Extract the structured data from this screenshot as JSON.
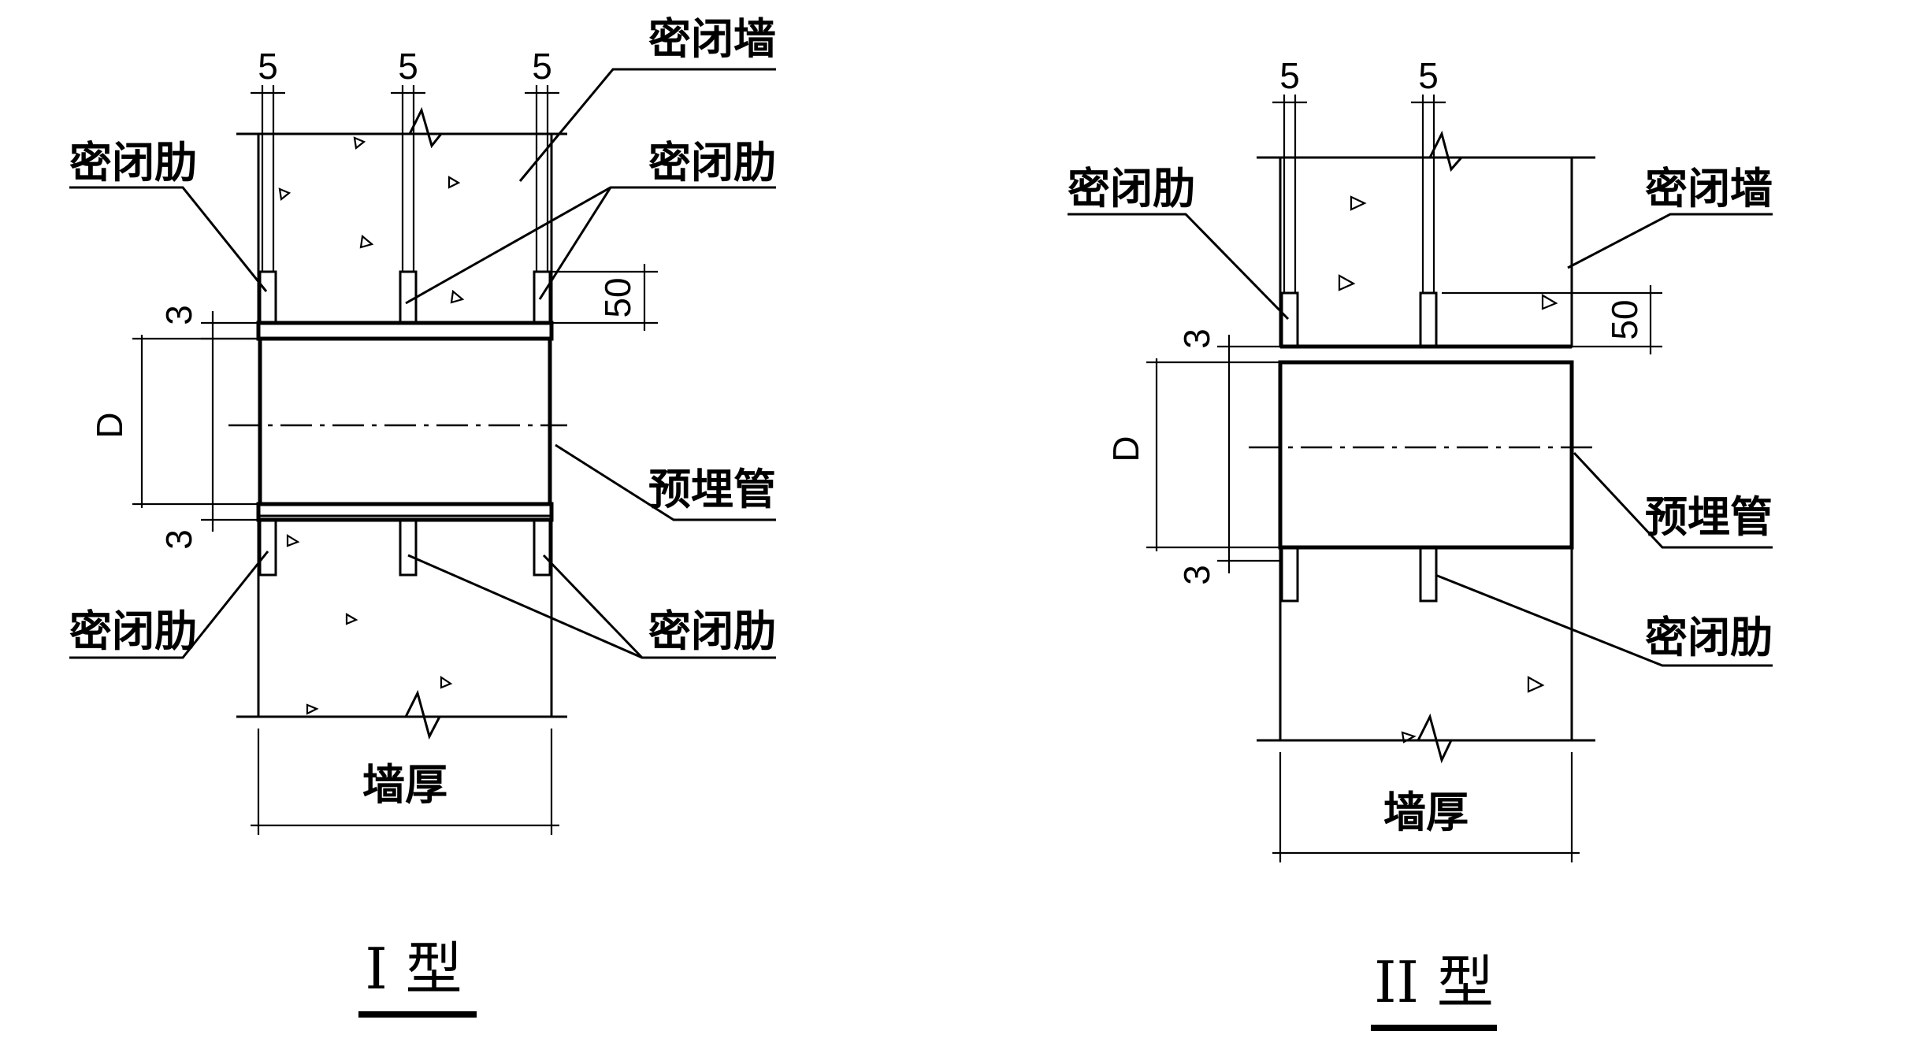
{
  "diagrams": [
    {
      "caption": "I 型",
      "labels": {
        "rib_top_left": "密闭肋",
        "wall_top_right": "密闭墙",
        "rib_top_right": "密闭肋",
        "pipe": "预埋管",
        "rib_bottom_left": "密闭肋",
        "rib_bottom_right": "密闭肋",
        "wall_thickness": "墙厚"
      },
      "dims": {
        "spacing_1": "5",
        "spacing_2": "5",
        "spacing_3": "5",
        "rib_height": "50",
        "gap_top": "3",
        "gap_bottom": "3",
        "diameter": "D"
      }
    },
    {
      "caption": "II 型",
      "labels": {
        "rib_top_left": "密闭肋",
        "wall_top_right": "密闭墙",
        "pipe": "预埋管",
        "rib_bottom_right": "密闭肋",
        "wall_thickness": "墙厚"
      },
      "dims": {
        "spacing_1": "5",
        "spacing_2": "5",
        "rib_height": "50",
        "gap_top": "3",
        "gap_bottom": "3",
        "diameter": "D"
      }
    }
  ]
}
